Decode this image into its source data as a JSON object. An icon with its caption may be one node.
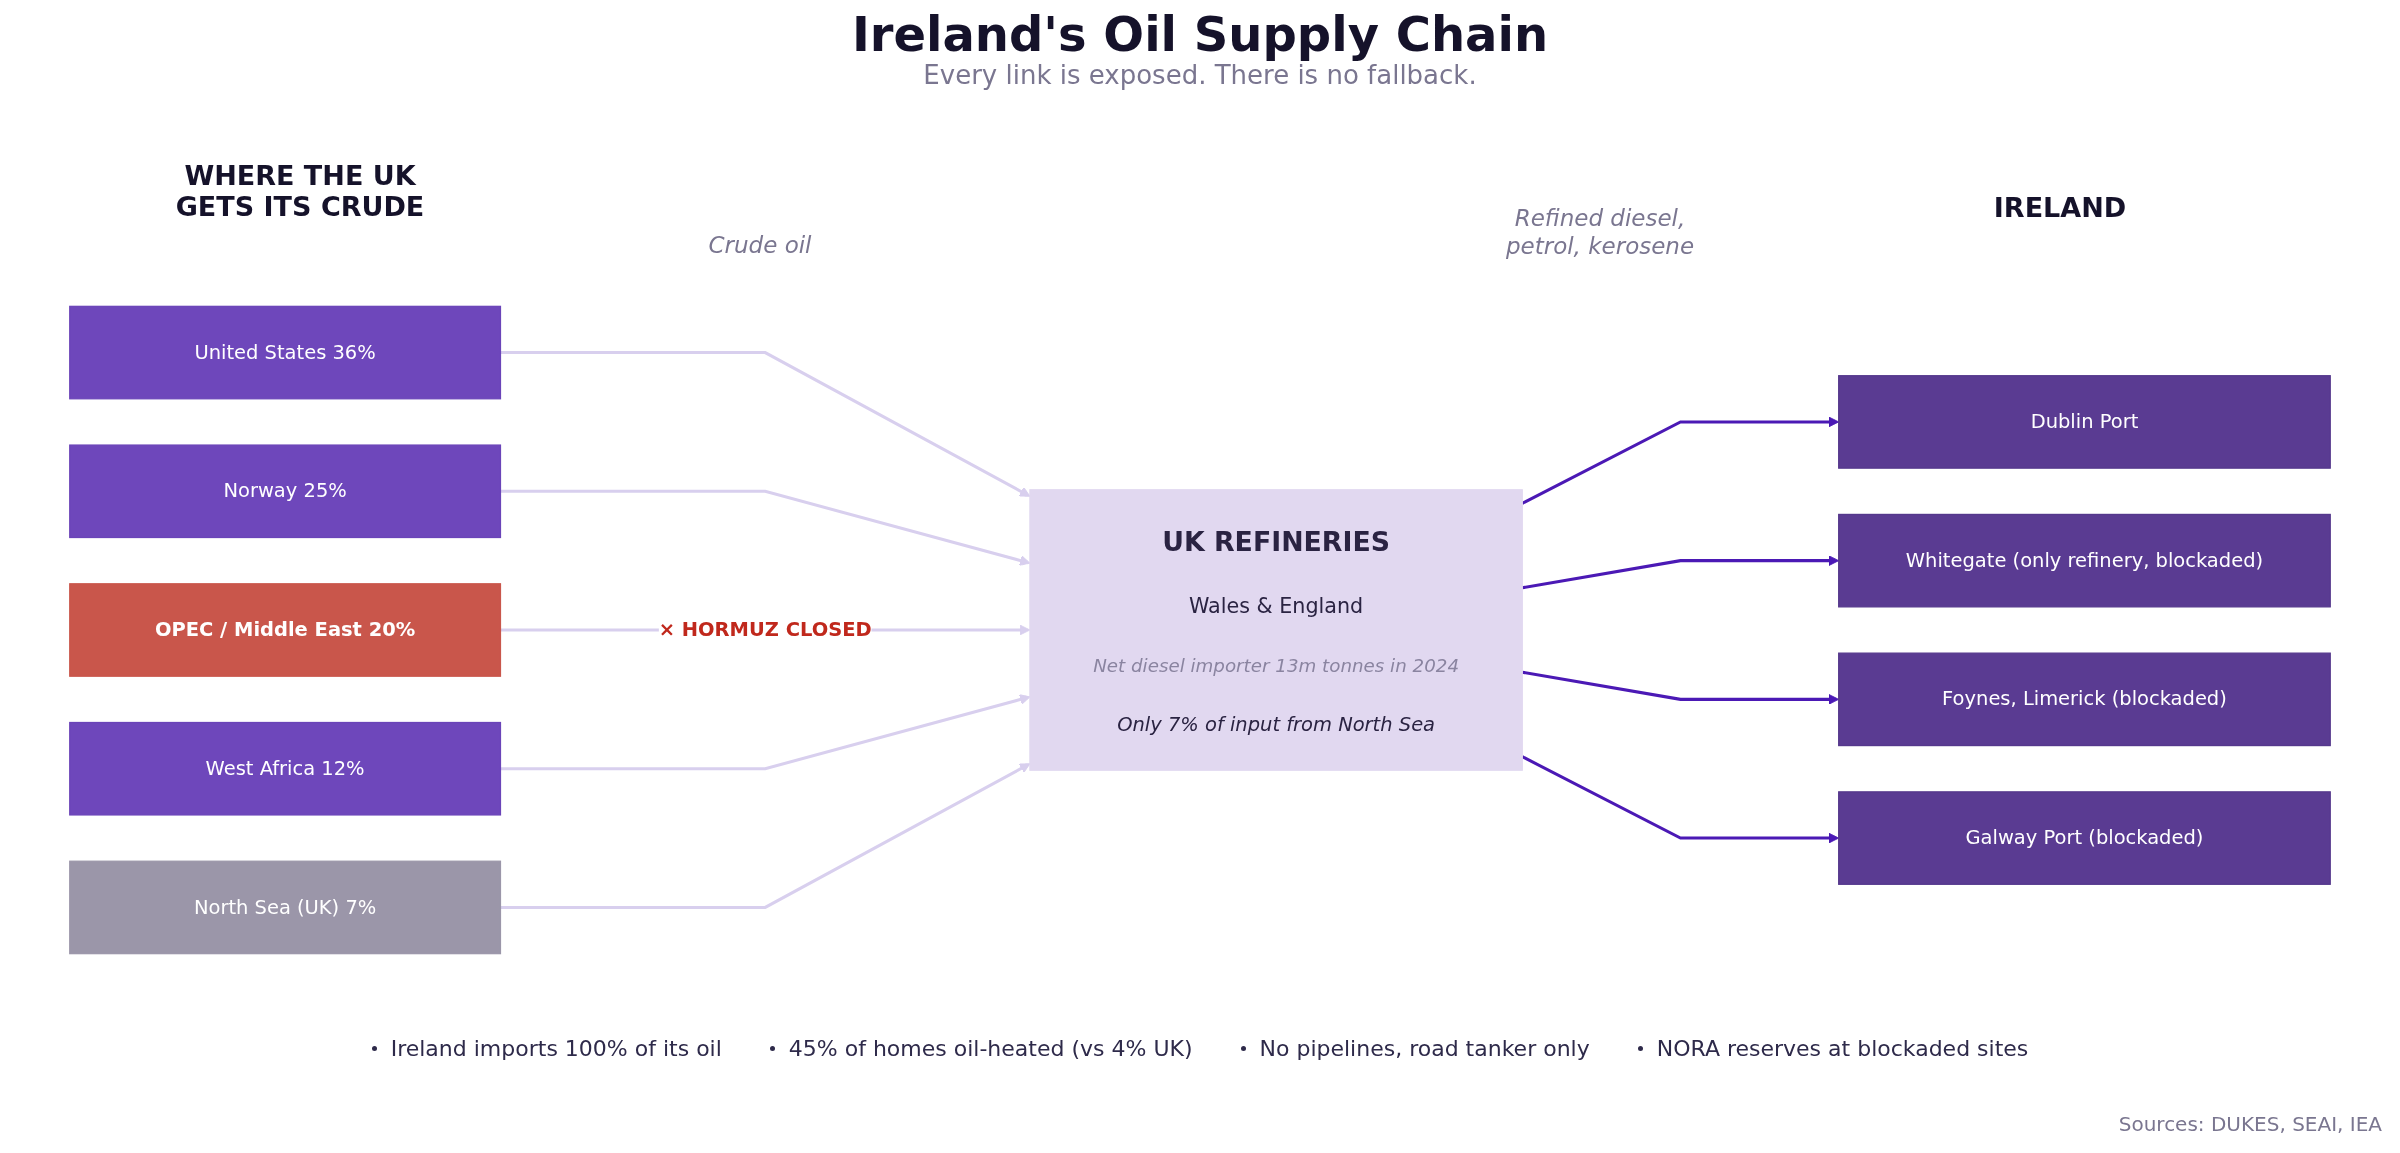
{
  "diagram": {
    "title": "Ireland's Oil Supply Chain",
    "nodes": [
      {
        "text": [
          "United States 36%"
        ]
      },
      {
        "text": [
          "Norway 25%"
        ]
      },
      {
        "text": [
          "OPEC / Middle East 20%"
        ]
      },
      {
        "text": [
          "West Africa 12%"
        ]
      },
      {
        "text": [
          "North Sea (UK) 7%"
        ]
      },
      {
        "text": [
          "UK REFINERIES",
          "Wales & England",
          "Net diesel importer 13m tonnes in 2024",
          "Only 7% of input from North Sea"
        ]
      },
      {
        "text": [
          "Dublin Port"
        ]
      },
      {
        "text": [
          "Whitegate (only refinery, blockaded)"
        ]
      },
      {
        "text": [
          "Foynes, Limerick (blockaded)"
        ]
      },
      {
        "text": [
          "Galway Port (blockaded)"
        ]
      }
    ],
    "edges": [
      {
        "from": 0,
        "to": 5,
        "arrow": "to"
      },
      {
        "from": 1,
        "to": 5,
        "arrow": "to"
      },
      {
        "from": 2,
        "to": 5,
        "arrow": "to",
        "label": "× HORMUZ CLOSED"
      },
      {
        "from": 3,
        "to": 5,
        "arrow": "to"
      },
      {
        "from": 4,
        "to": 5,
        "arrow": "to"
      },
      {
        "from": 5,
        "to": 6,
        "arrow": "to",
        "color": "#4b19b5"
      },
      {
        "from": 5,
        "to": 7,
        "arrow": "to",
        "color": "#4b19b5"
      },
      {
        "from": 5,
        "to": 8,
        "arrow": "to",
        "color": "#4b19b5"
      },
      {
        "from": 5,
        "to": 9,
        "arrow": "to",
        "color": "#4b19b5"
      }
    ],
    "labels": [
      "Every link is exposed. There is no fallback.",
      "WHERE THE UK GETS ITS CRUDE",
      "Crude oil",
      "Refined diesel, petrol, kerosene",
      "IRELAND",
      "Ireland imports 100% of its oil",
      "45% of homes oil-heated (vs 4% UK)",
      "No pipelines, road tanker only",
      "NORA reserves at blockaded sites",
      "Sources: DUKES, SEAI, IEA"
    ]
  }
}
